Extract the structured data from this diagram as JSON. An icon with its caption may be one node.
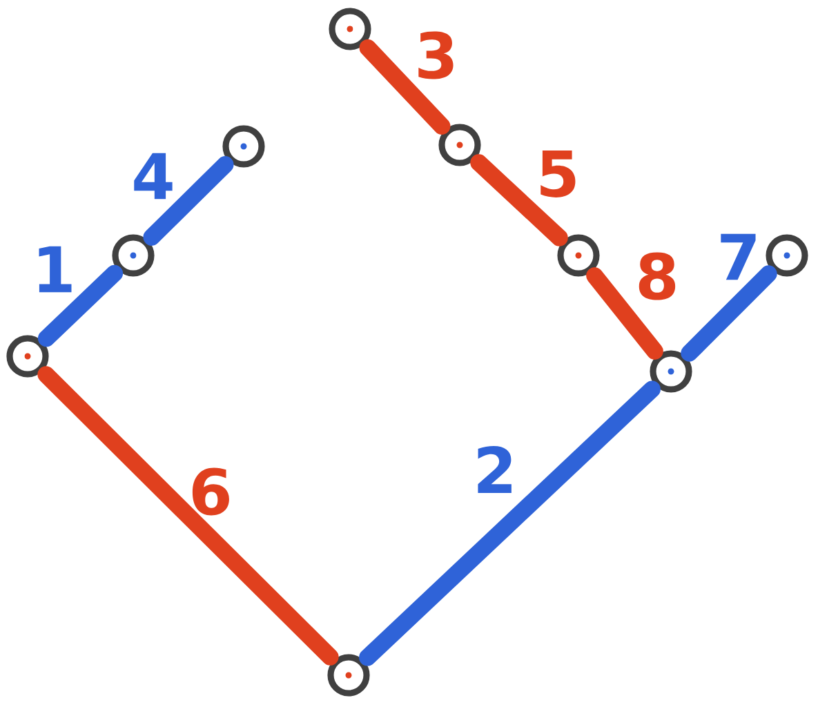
{
  "diagram": {
    "nodes": [
      {
        "text": [],
        "shape": "circle"
      },
      {
        "text": [],
        "shape": "circle"
      },
      {
        "text": [],
        "shape": "circle"
      },
      {
        "text": [],
        "shape": "circle"
      },
      {
        "text": [],
        "shape": "circle"
      },
      {
        "text": [],
        "shape": "circle"
      },
      {
        "text": [],
        "shape": "circle"
      },
      {
        "text": [],
        "shape": "circle"
      },
      {
        "text": [],
        "shape": "circle"
      }
    ],
    "edges": [
      {
        "from": 6,
        "to": 3,
        "arrow": "none",
        "label": "1",
        "color": "#2f63d8"
      },
      {
        "from": 8,
        "to": 7,
        "arrow": "none",
        "label": "2",
        "color": "#2f63d8"
      },
      {
        "from": 0,
        "to": 2,
        "arrow": "none",
        "label": "3",
        "color": "#e0401e"
      },
      {
        "from": 3,
        "to": 1,
        "arrow": "none",
        "label": "4",
        "color": "#2f63d8"
      },
      {
        "from": 2,
        "to": 4,
        "arrow": "none",
        "label": "5",
        "color": "#e0401e"
      },
      {
        "from": 6,
        "to": 8,
        "arrow": "none",
        "label": "6",
        "color": "#e0401e"
      },
      {
        "from": 7,
        "to": 5,
        "arrow": "none",
        "label": "7",
        "color": "#2f63d8"
      },
      {
        "from": 4,
        "to": 7,
        "arrow": "none",
        "label": "8",
        "color": "#e0401e"
      }
    ]
  }
}
